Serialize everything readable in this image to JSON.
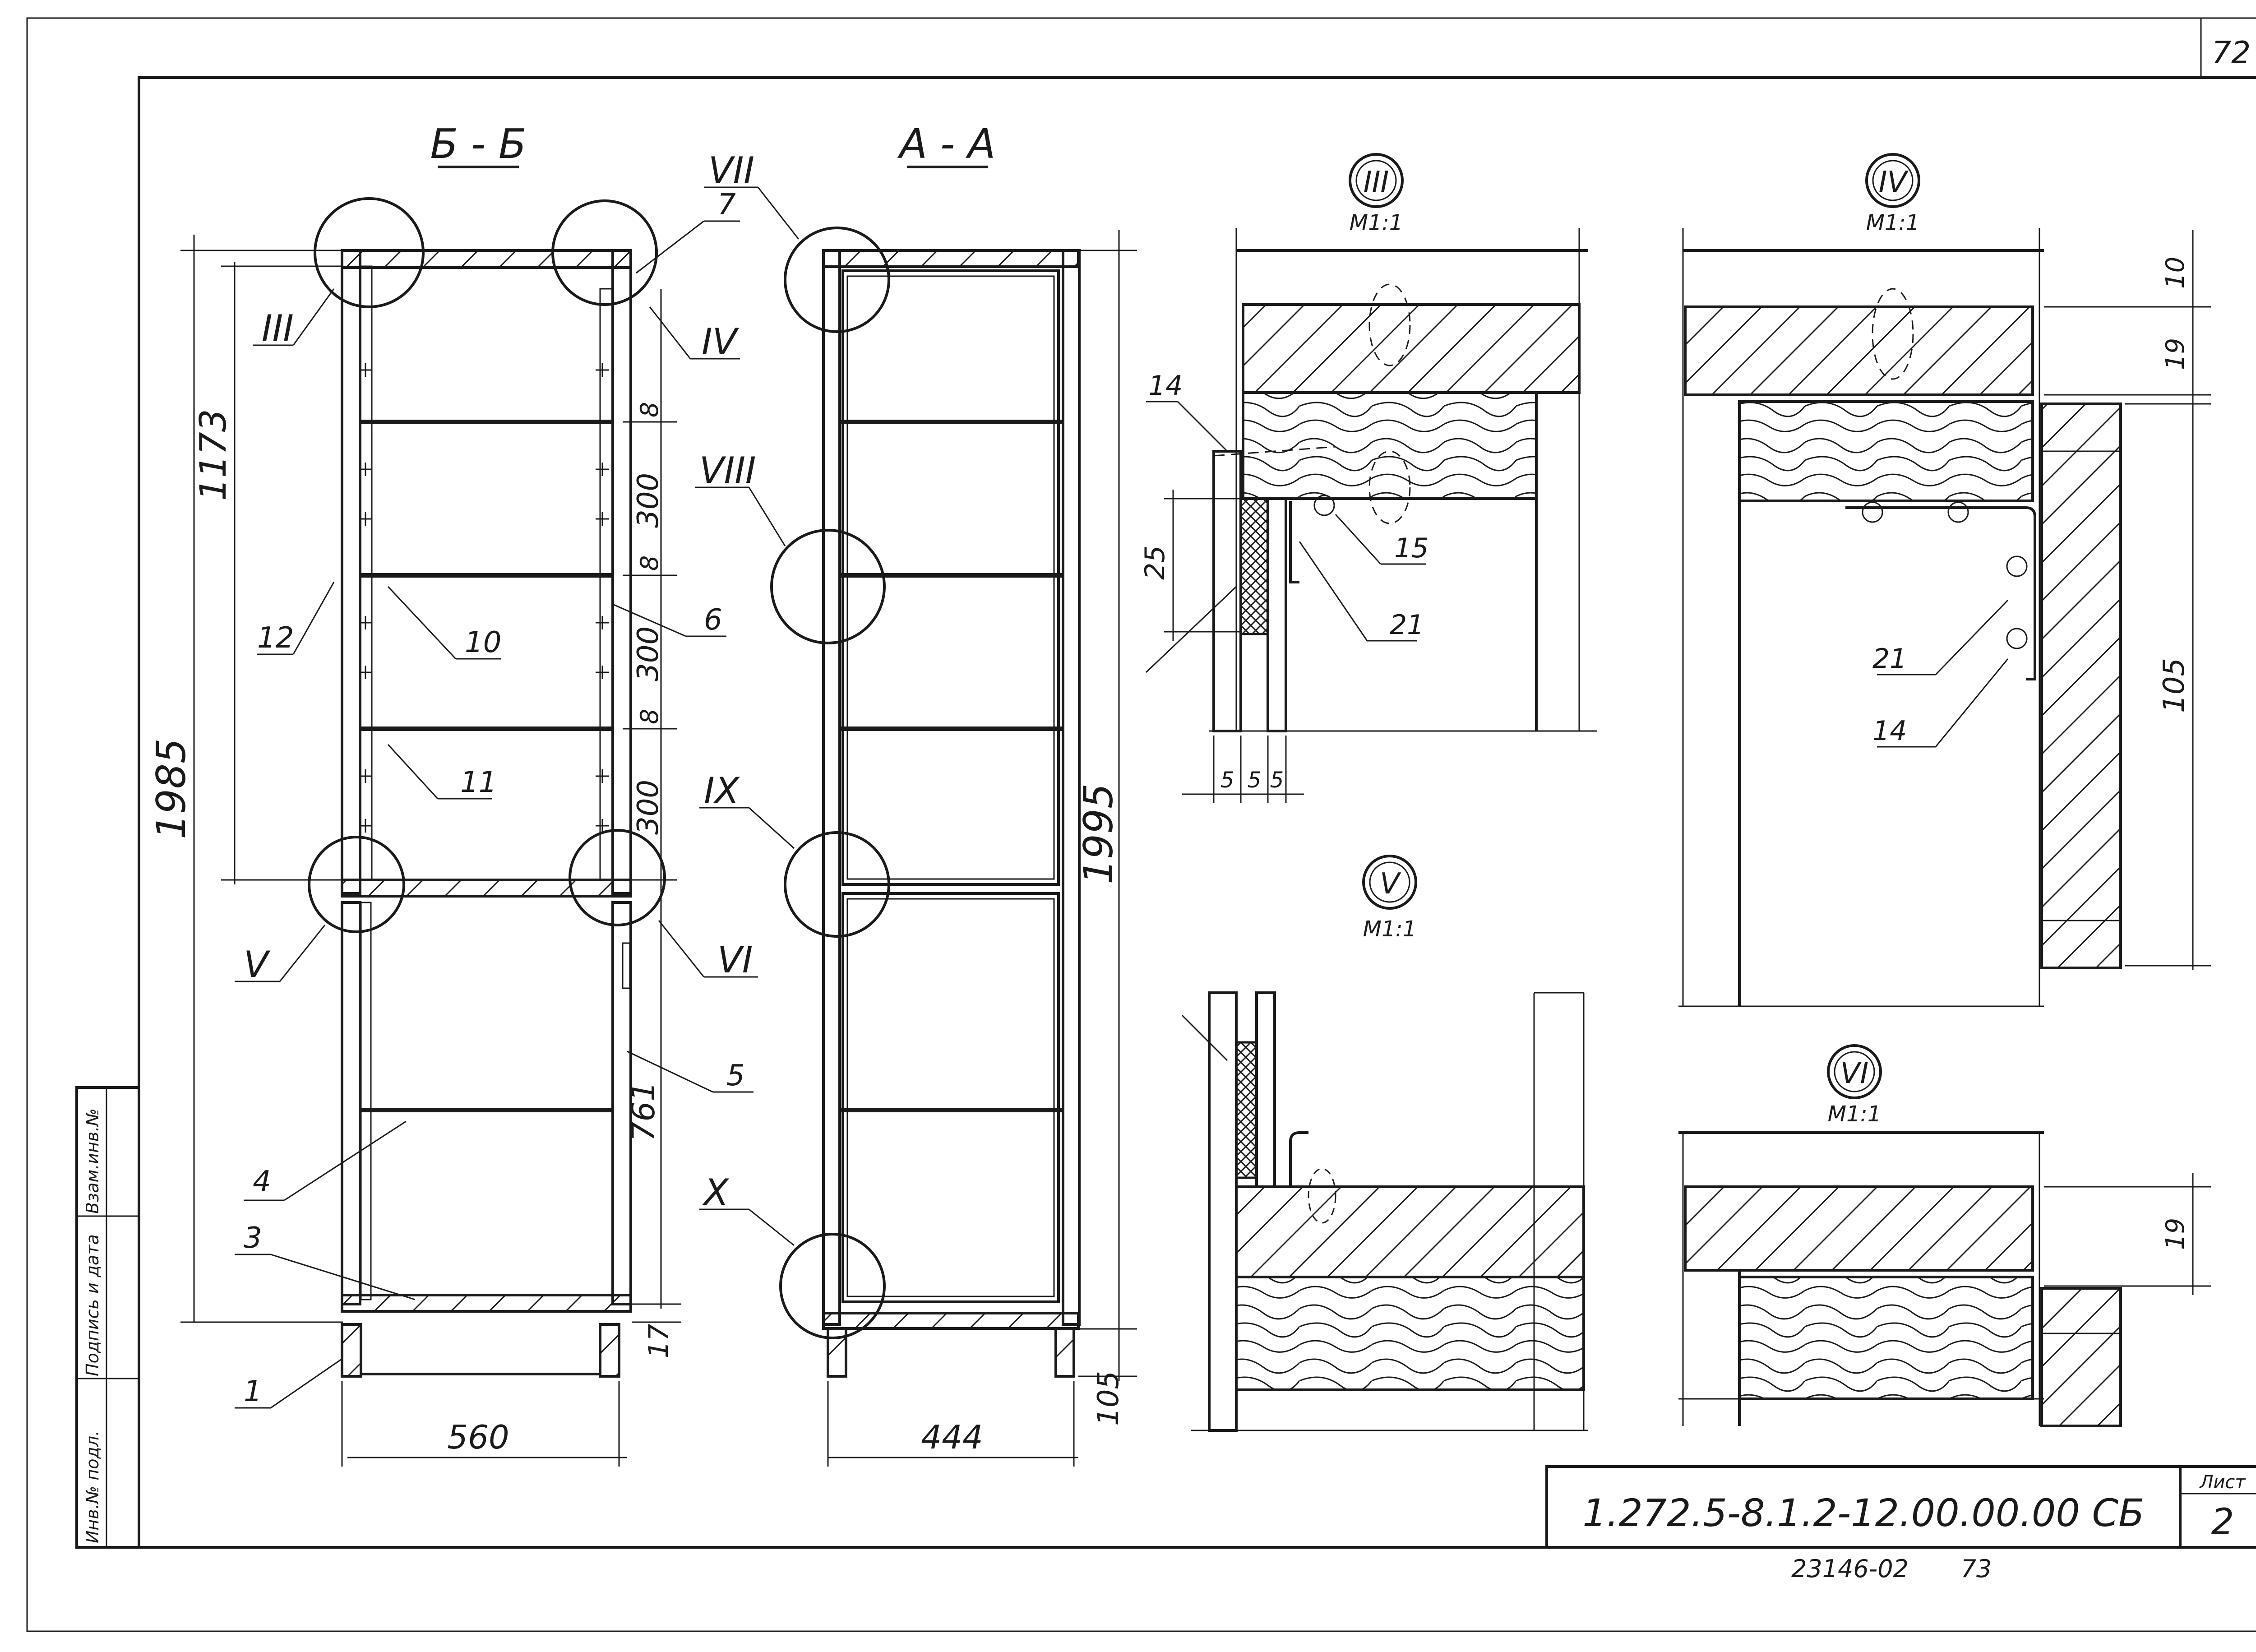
{
  "sheet": {
    "top_page_number": "72",
    "designation": "1.272.5-8.1.2-12.00.00.00 СБ",
    "sheet_label": "Лист",
    "sheet_number": "2",
    "archive_code": "23146-02",
    "bottom_page_number": "73",
    "side_stamp": [
      "Инв.№ подл.",
      "Подпись и дата",
      "Взам.инв.№"
    ]
  },
  "views": {
    "section_bb": {
      "title": "Б - Б",
      "dims": {
        "height_total": "1985",
        "upper_height": "1173",
        "shelf_gap": "300",
        "shelf_thickness": "8",
        "lower_height": "761",
        "plinth_step": "17",
        "width": "560"
      },
      "detail_callouts": [
        "III",
        "IV",
        "V",
        "VI"
      ],
      "positions": [
        "1",
        "3",
        "4",
        "5",
        "6",
        "7",
        "10",
        "11",
        "12"
      ]
    },
    "section_aa": {
      "title": "А - А",
      "dims": {
        "height_total": "1995",
        "plinth": "105",
        "width": "444"
      },
      "detail_callouts": [
        "VII",
        "VIII",
        "IX",
        "X"
      ]
    },
    "detail_3": {
      "roman": "III",
      "scale": "М1:1",
      "positions": [
        "14",
        "15",
        "21"
      ],
      "dims": {
        "offset": "25",
        "pitch": "5"
      }
    },
    "detail_4": {
      "roman": "IV",
      "scale": "М1:1",
      "positions": [
        "21",
        "14"
      ],
      "dims": {
        "top": "10",
        "board": "19",
        "height": "105"
      }
    },
    "detail_5": {
      "roman": "V",
      "scale": "М1:1"
    },
    "detail_6": {
      "roman": "VI",
      "scale": "М1:1",
      "dims": {
        "board": "19"
      }
    }
  }
}
